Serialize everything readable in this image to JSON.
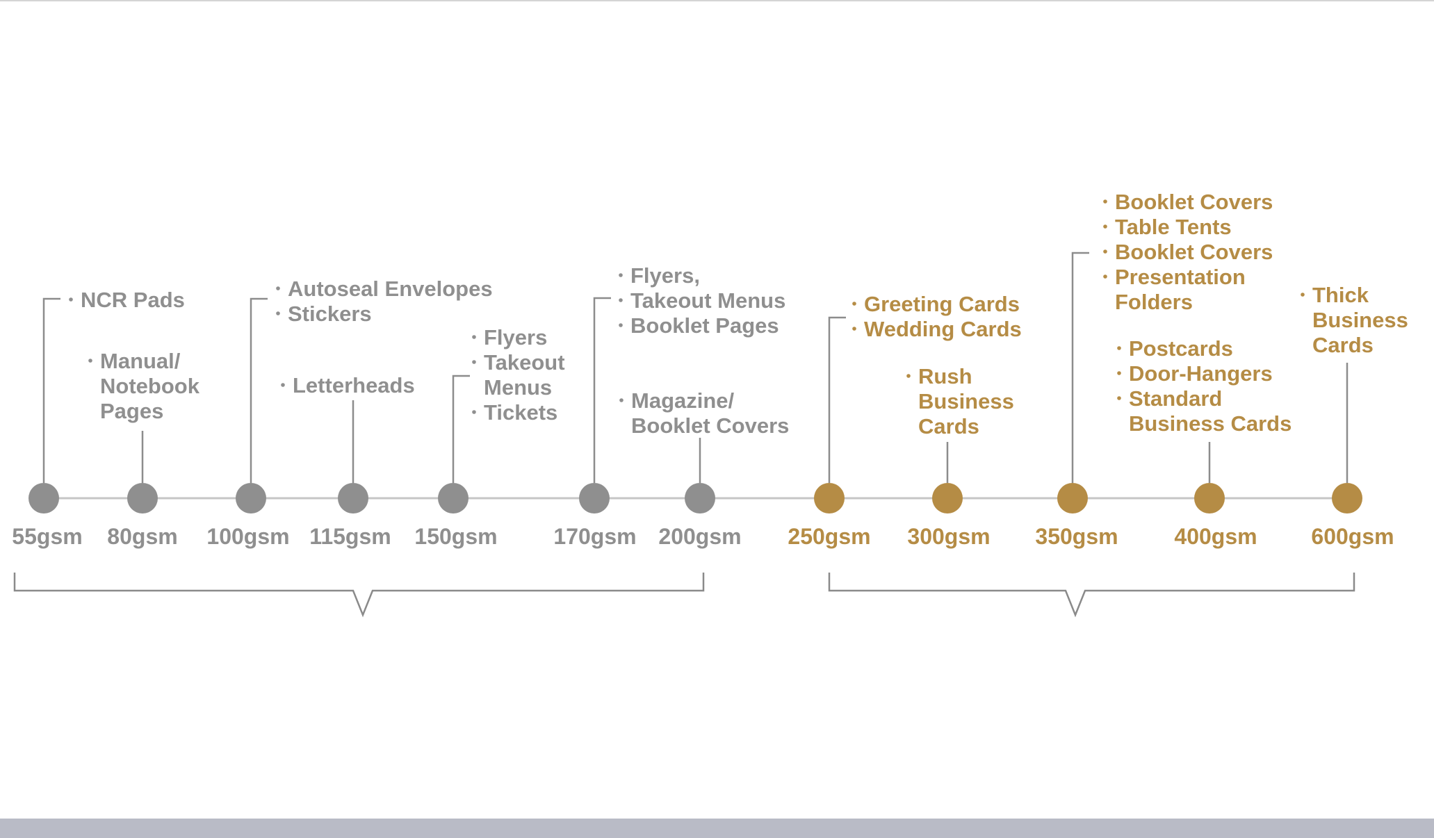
{
  "colors": {
    "grey": "#8f8f8f",
    "gold": "#b58c45",
    "axis": "#c6c6c6",
    "bracket": "#8a8a8a"
  },
  "timeline": {
    "stops": [
      {
        "weight": "55gsm",
        "color": "grey",
        "labels": [
          "NCR Pads"
        ],
        "bullets": [
          true
        ]
      },
      {
        "weight": "80gsm",
        "color": "grey",
        "labels": [
          "Manual/",
          "Notebook",
          "Pages"
        ],
        "bullets": [
          true,
          false,
          false
        ]
      },
      {
        "weight": "100gsm",
        "color": "grey",
        "labels": [
          "Autoseal Envelopes",
          "Stickers"
        ],
        "bullets": [
          true,
          true
        ]
      },
      {
        "weight": "115gsm",
        "color": "grey",
        "labels": [
          "Letterheads"
        ],
        "bullets": [
          true
        ]
      },
      {
        "weight": "150gsm",
        "color": "grey",
        "labels": [
          "Flyers",
          "Takeout",
          "Menus",
          "Tickets"
        ],
        "bullets": [
          true,
          true,
          false,
          true
        ]
      },
      {
        "weight": "170gsm",
        "color": "grey",
        "labels": [
          "Flyers,",
          "Takeout Menus",
          "Booklet Pages"
        ],
        "bullets": [
          true,
          true,
          true
        ]
      },
      {
        "weight": "200gsm",
        "color": "grey",
        "labels": [
          "Magazine/",
          "Booklet Covers"
        ],
        "bullets": [
          true,
          false
        ]
      },
      {
        "weight": "250gsm",
        "color": "gold",
        "labels": [
          "Greeting Cards",
          "Wedding Cards"
        ],
        "bullets": [
          true,
          true
        ]
      },
      {
        "weight": "300gsm",
        "color": "gold",
        "labels": [
          "Rush",
          "Business",
          "Cards"
        ],
        "bullets": [
          true,
          false,
          false
        ]
      },
      {
        "weight": "350gsm",
        "color": "gold",
        "labels": [
          "Booklet Covers",
          "Table Tents",
          "Booklet Covers",
          "Presentation",
          "Folders"
        ],
        "bullets": [
          true,
          true,
          true,
          true,
          false
        ]
      },
      {
        "weight": "400gsm",
        "color": "gold",
        "labels": [
          "Postcards",
          "Door-Hangers",
          "Standard",
          "Business Cards"
        ],
        "bullets": [
          true,
          true,
          true,
          false
        ]
      },
      {
        "weight": "600gsm",
        "color": "gold",
        "labels": [
          "Thick",
          "Business",
          "Cards"
        ],
        "bullets": [
          true,
          false,
          false
        ]
      }
    ]
  }
}
